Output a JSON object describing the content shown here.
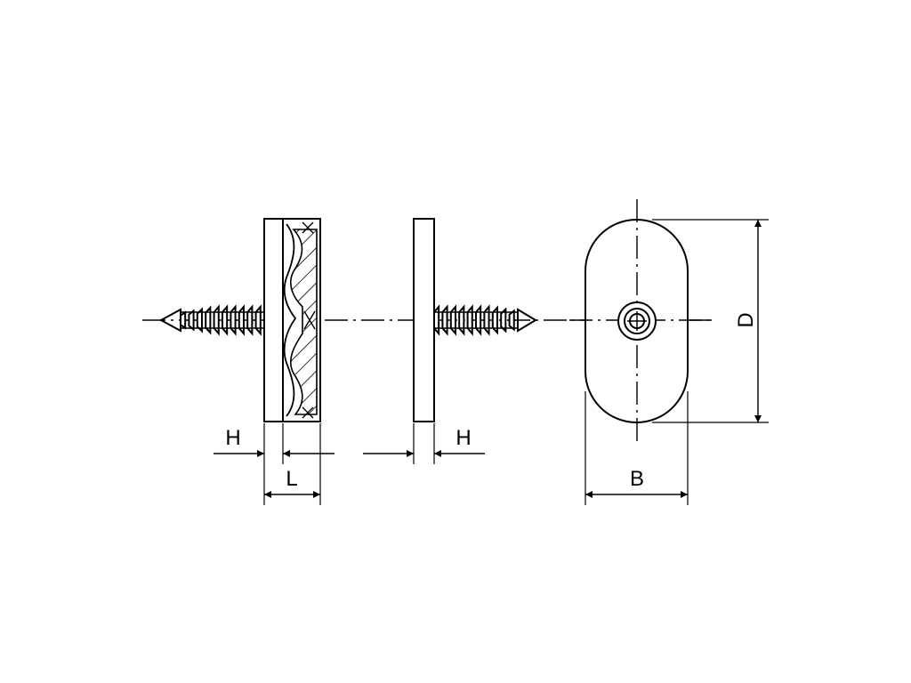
{
  "labels": {
    "left_h": "H",
    "left_l": "L",
    "middle_h": "H",
    "right_b": "B",
    "right_d": "D"
  },
  "colors": {
    "stroke": "#000000",
    "background": "#ffffff"
  }
}
